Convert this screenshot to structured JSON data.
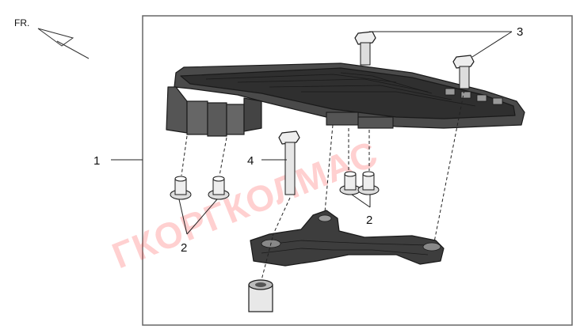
{
  "orientation_label": "FR.",
  "callouts": {
    "c1": "1",
    "c2_left": "2",
    "c2_right": "2",
    "c3": "3",
    "c4": "4"
  },
  "watermark": "ГКОРГКОЛМАС"
}
